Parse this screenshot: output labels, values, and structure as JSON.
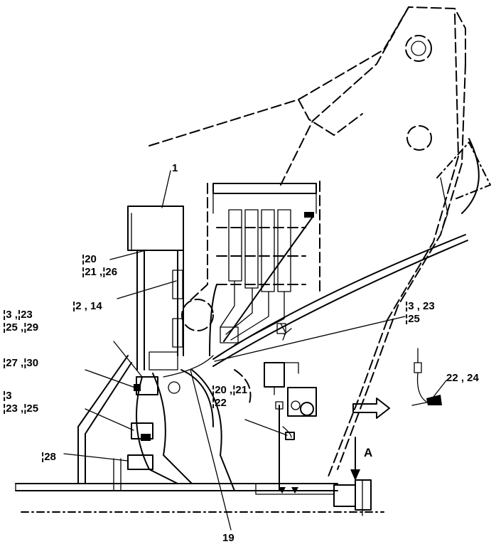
{
  "callouts": {
    "c1": [
      "1"
    ],
    "c20_26": [
      "¦20",
      "¦21 ,¦26"
    ],
    "c2_14": [
      "¦2 , 14"
    ],
    "c3_29": [
      "¦3 ,¦23",
      "¦25 ,¦29"
    ],
    "c27_30": [
      "¦27 ,¦30"
    ],
    "c3_25": [
      "¦3",
      "¦23 ,¦25"
    ],
    "c28": [
      "¦28"
    ],
    "c20_22": [
      "¦20 ,¦21",
      "¦22"
    ],
    "c3_23_25": [
      "¦3 , 23",
      "¦25"
    ],
    "c22_24": [
      "22 , 24"
    ],
    "c19": [
      "19"
    ],
    "viewA": [
      "A"
    ]
  }
}
